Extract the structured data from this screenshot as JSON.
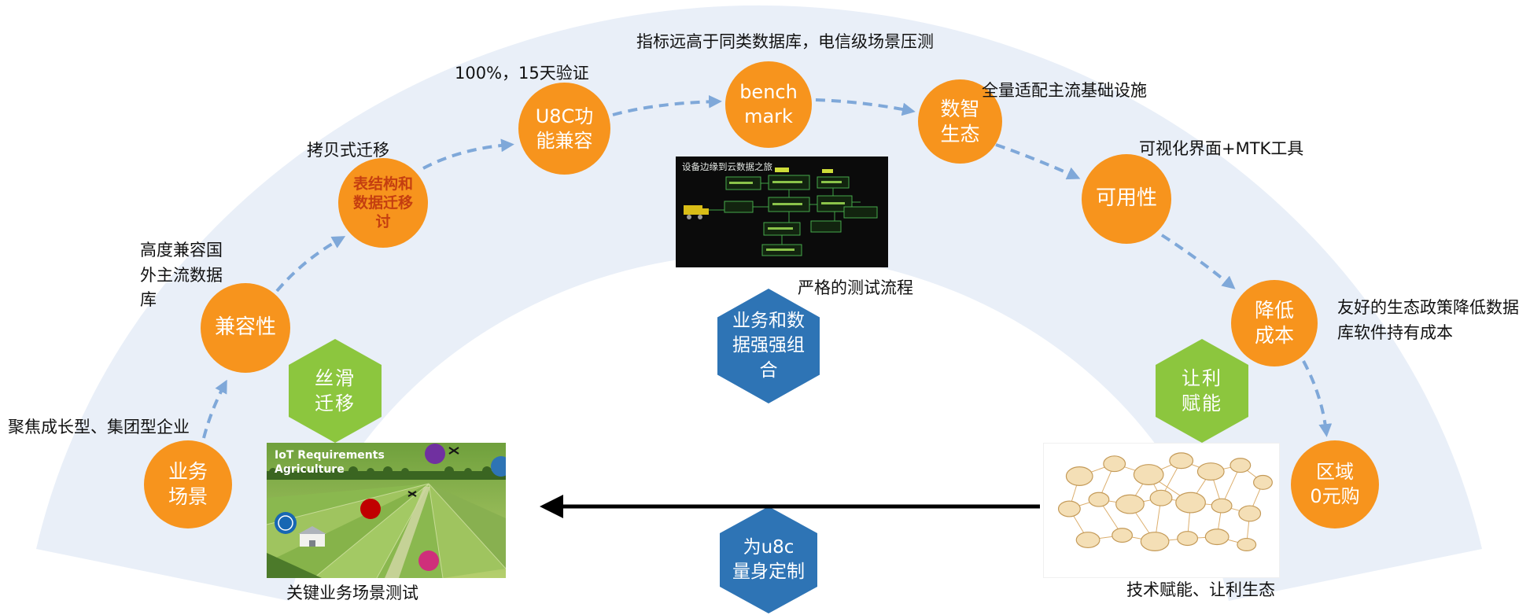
{
  "colors": {
    "milestone_orange": "#F7941D",
    "hexagon_green": "#8CC63E",
    "hexagon_blue": "#2E74B5",
    "dashed_arrow_blue": "#7FA8D9",
    "arc_band": "#E9EFF8",
    "migration_text_red": "#C43E10",
    "flow_arrow_black": "#000000"
  },
  "milestones": [
    {
      "id": "business-scene",
      "label": "业务\n场景"
    },
    {
      "id": "compatibility",
      "label": "兼容性"
    },
    {
      "id": "table-structure-migration",
      "label": "表结构和\n数据迁移\n讨"
    },
    {
      "id": "u8c-function-compat",
      "label": "U8C功\n能兼容"
    },
    {
      "id": "benchmark",
      "label": "bench\nmark"
    },
    {
      "id": "digital-ecosystem",
      "label": "数智\n生态"
    },
    {
      "id": "availability",
      "label": "可用性"
    },
    {
      "id": "cost-reduction",
      "label": "降低\n成本"
    },
    {
      "id": "zero-yuan-region",
      "label": "区域\n0元购"
    }
  ],
  "annotations": [
    {
      "text": "聚焦成长型、集团型企业"
    },
    {
      "text": "高度兼容国\n外主流数据\n库"
    },
    {
      "text": "拷贝式迁移"
    },
    {
      "text": "100%，15天验证"
    },
    {
      "text": "指标远高于同类数据库，电信级场景压测"
    },
    {
      "text": "全量适配主流基础设施"
    },
    {
      "text": "可视化界面+MTK工具"
    },
    {
      "text": "友好的生态政策降低数据\n库软件持有成本"
    }
  ],
  "hexagons": [
    {
      "id": "smooth-migration",
      "label": "丝滑\n迁移",
      "color": "green"
    },
    {
      "id": "business-data-synergy",
      "label": "业务和数\n据强强组\n合",
      "color": "blue"
    },
    {
      "id": "profit-enablement",
      "label": "让利\n赋能",
      "color": "green"
    },
    {
      "id": "u8c-customized",
      "label": "为u8c\n量身定制",
      "color": "blue"
    }
  ],
  "images": {
    "test_process": {
      "title": "设备边缘到云数据之旅",
      "caption": "严格的测试流程"
    },
    "agriculture": {
      "title_line1": "IoT Requirements",
      "title_line2": "Agriculture",
      "caption": "关键业务场景测试"
    },
    "tech_ecosystem": {
      "caption": "技术赋能、让利生态"
    }
  }
}
